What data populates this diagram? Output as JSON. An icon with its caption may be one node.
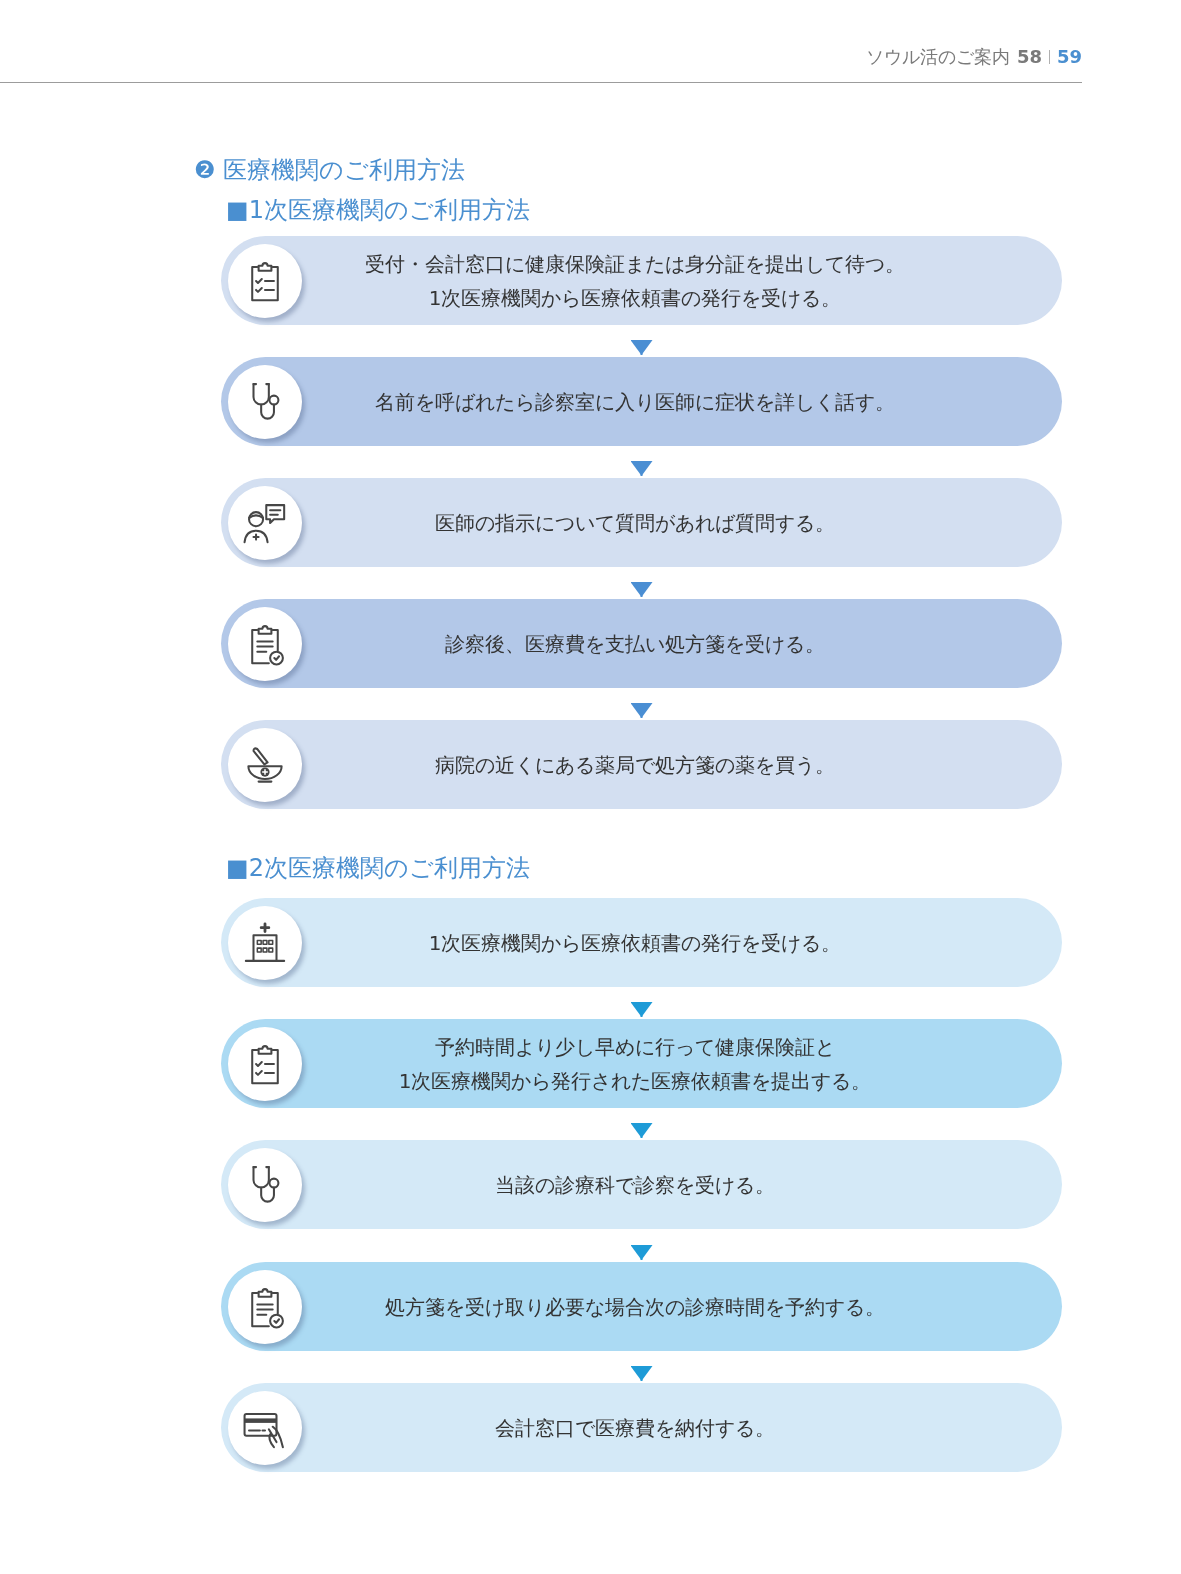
{
  "diagram": {
    "title": "❷ 医療機関のご利用方法",
    "nodes": [
      {
        "text": [
          "受付・会計窓口に健康保険証または身分証を提出して待つ。1次医療機関から医療依頼書の発行を受ける。"
        ]
      },
      {
        "text": [
          "名前を呼ばれたら診察室に入り医師に症状を詳しく話す。"
        ]
      },
      {
        "text": [
          "医師の指示について質問があれば質問する。"
        ]
      },
      {
        "text": [
          "診察後、医療費を支払い処方箋を受ける。"
        ]
      },
      {
        "text": [
          "病院の近くにある薬局で処方箋の薬を買う。"
        ]
      },
      {
        "text": [
          "1次医療機関から医療依頼書の発行を受ける。"
        ]
      },
      {
        "text": [
          "予約時間より少し早めに行って健康保険証と1次医療機関から発行された医療依頼書を提出する。"
        ]
      },
      {
        "text": [
          "当該の診療科で診察を受ける。"
        ]
      },
      {
        "text": [
          "処方箋を受け取り必要な場合次の診療時間を予約する。"
        ]
      },
      {
        "text": [
          "会計窓口で医療費を納付する。"
        ]
      }
    ],
    "edges": [
      {
        "from": 0,
        "to": 1,
        "arrow": "to"
      },
      {
        "from": 1,
        "to": 2,
        "arrow": "to"
      },
      {
        "from": 2,
        "to": 3,
        "arrow": "to"
      },
      {
        "from": 3,
        "to": 4,
        "arrow": "to"
      },
      {
        "from": 5,
        "to": 6,
        "arrow": "to",
        "color": "#1e9bd7"
      },
      {
        "from": 6,
        "to": 7,
        "arrow": "to",
        "color": "#1e9bd7"
      },
      {
        "from": 7,
        "to": 8,
        "arrow": "to",
        "color": "#1e9bd7"
      },
      {
        "from": 8,
        "to": 9,
        "arrow": "to",
        "color": "#1e9bd7"
      }
    ],
    "labels": [
      "ソウル活のご案内",
      "58",
      "59",
      "■1次医療機関のご利用方法",
      "■2次医療機関のご利用方法"
    ]
  }
}
